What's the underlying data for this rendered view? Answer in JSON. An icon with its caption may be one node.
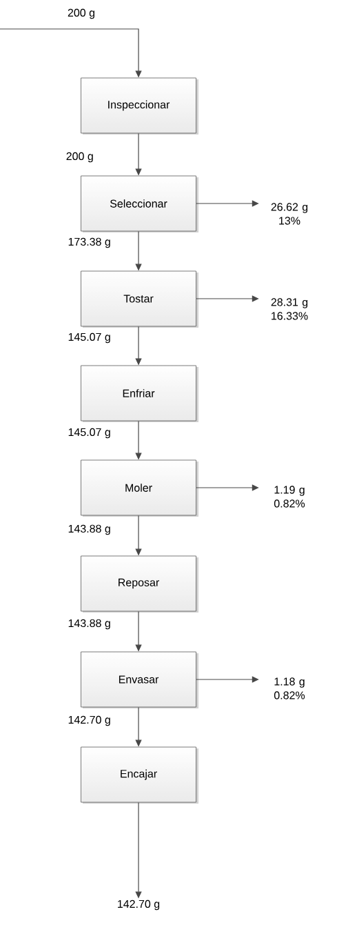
{
  "diagram": {
    "nodes": [
      {
        "text": [
          "Inspeccionar"
        ]
      },
      {
        "text": [
          "Seleccionar"
        ]
      },
      {
        "text": [
          "26.62 g",
          "13%"
        ]
      },
      {
        "text": [
          "Tostar"
        ]
      },
      {
        "text": [
          "28.31 g",
          "16.33%"
        ]
      },
      {
        "text": [
          "Enfriar"
        ]
      },
      {
        "text": [
          "Moler"
        ]
      },
      {
        "text": [
          "1.19 g",
          "0.82%"
        ]
      },
      {
        "text": [
          "Reposar"
        ]
      },
      {
        "text": [
          "Envasar"
        ]
      },
      {
        "text": [
          "1.18 g",
          "0.82%"
        ]
      },
      {
        "text": [
          "Encajar"
        ]
      },
      {
        "text": [
          "142.70 g"
        ]
      }
    ],
    "edges": [
      {
        "from": null,
        "to": 0,
        "arrow": "to",
        "label": "200 g"
      },
      {
        "from": 0,
        "to": 1,
        "arrow": "to",
        "label": "200 g"
      },
      {
        "from": 1,
        "to": 2,
        "arrow": "to"
      },
      {
        "from": 1,
        "to": 3,
        "arrow": "to",
        "label": "173.38 g"
      },
      {
        "from": 3,
        "to": 4,
        "arrow": "to"
      },
      {
        "from": 3,
        "to": 5,
        "arrow": "to",
        "label": "145.07 g"
      },
      {
        "from": 5,
        "to": 6,
        "arrow": "to",
        "label": "145.07 g"
      },
      {
        "from": 6,
        "to": 7,
        "arrow": "to"
      },
      {
        "from": 6,
        "to": 8,
        "arrow": "to",
        "label": "143.88 g"
      },
      {
        "from": 8,
        "to": 9,
        "arrow": "to",
        "label": "143.88 g"
      },
      {
        "from": 9,
        "to": 10,
        "arrow": "to"
      },
      {
        "from": 9,
        "to": 11,
        "arrow": "to",
        "label": "142.70 g"
      },
      {
        "from": 11,
        "to": 12,
        "arrow": "to"
      }
    ]
  }
}
